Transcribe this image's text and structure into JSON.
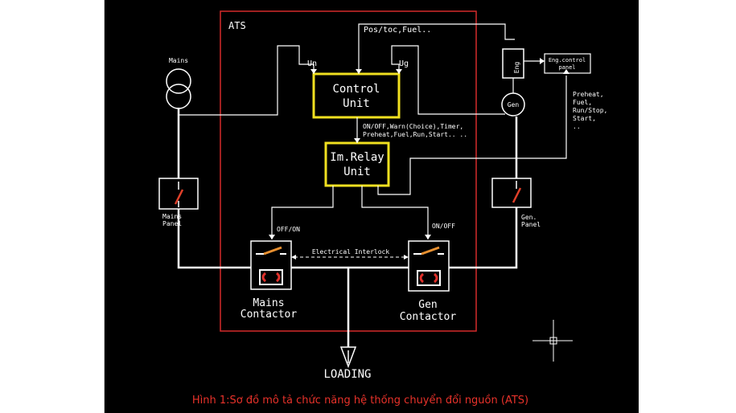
{
  "diagram": {
    "ats_label": "ATS",
    "control_unit": [
      "Control",
      "Unit"
    ],
    "relay_unit": [
      "Im.Relay",
      "Unit"
    ],
    "un_label": "Un",
    "ug_label": "Ug",
    "pos_fuel_label": "Pos/toc,Fuel..",
    "signal_lines": [
      "ON/OFF,Warn(Choice),Timer,",
      "Preheat,Fuel,Run,Start.. .."
    ],
    "mains_label": "Mains",
    "mains_panel": [
      "Mains",
      "Panel"
    ],
    "gen_panel": [
      "Gen.",
      "Panel"
    ],
    "eng_label": "Eng",
    "gen_label": "Gen",
    "eng_control_panel": [
      "Eng.control",
      "panel"
    ],
    "preheat_list": [
      "Preheat,",
      "Fuel,",
      "Run/Stop,",
      "Start,",
      ".."
    ],
    "off_on_label": "OFF/ON",
    "on_off_label": "ON/OFF",
    "interlock_label": "Electrical Interlock",
    "mains_contactor": [
      "Mains",
      "Contactor"
    ],
    "gen_contactor": [
      "Gen",
      "Contactor"
    ],
    "loading_label": "LOADING",
    "caption": "Hình 1:Sơ đồ mô tả chức năng hệ thống chuyển đổi nguồn (ATS)",
    "colors": {
      "background": "#000000",
      "ats_border": "#d42a2a",
      "unit_border": "#f0e020",
      "line": "#ffffff",
      "caption": "#e8322a"
    }
  }
}
